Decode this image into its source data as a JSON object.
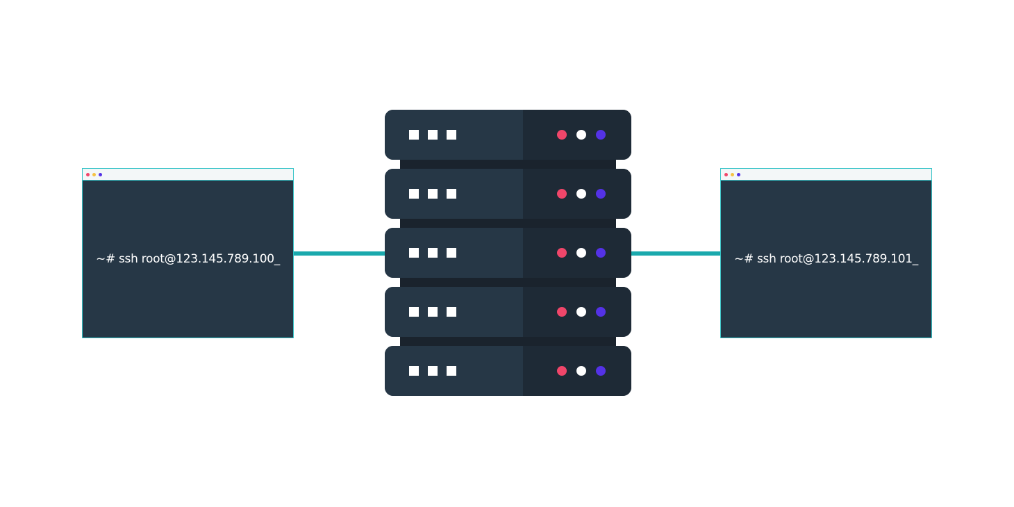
{
  "terminals": [
    {
      "command": "~# ssh root@123.145.789.100_",
      "dots": [
        "#f0466a",
        "#f5c242",
        "#5432e6"
      ]
    },
    {
      "command": "~# ssh root@123.145.789.101_",
      "dots": [
        "#f0466a",
        "#f5c242",
        "#5432e6"
      ]
    }
  ],
  "server": {
    "units": 5,
    "led_colors": [
      "#f0466a",
      "#ffffff",
      "#5432e6"
    ],
    "connector_color": "#1aa9ad"
  }
}
